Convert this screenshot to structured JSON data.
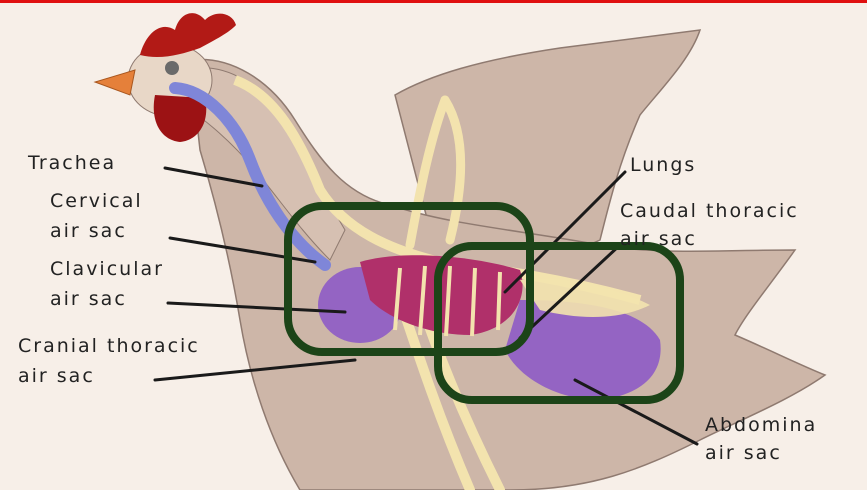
{
  "diagram": {
    "labels": {
      "trachea": "Trachea",
      "cervical_1": "Cervical",
      "cervical_2": "air sac",
      "clavicular_1": "Clavicular",
      "clavicular_2": "air sac",
      "cranial_1": "Cranial thoracic",
      "cranial_2": "air sac",
      "lungs": "Lungs",
      "caudal_1": "Caudal thoracic",
      "caudal_2": "air sac",
      "abdominal_1": "Abdomina",
      "abdominal_2": "air sac"
    },
    "colors": {
      "frame_top": "#e01010",
      "background": "#f7efe8",
      "body": "#cdb6a8",
      "body_outline": "#8f7a70",
      "bone": "#f3e3ae",
      "trachea": "#7f86d8",
      "lung": "#b0306a",
      "air_sac": "#8a56c8",
      "comb": "#b21a16",
      "beak": "#e5803a",
      "highlight_box": "#1c4418"
    }
  }
}
